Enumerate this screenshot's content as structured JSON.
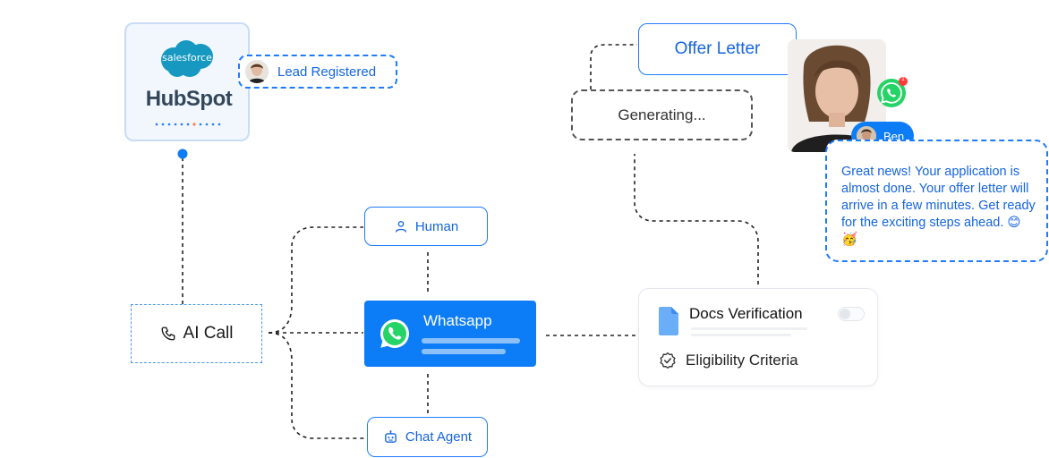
{
  "crm": {
    "salesforce_logo_text": "salesforce",
    "hubspot_logo_text": "HubSpot"
  },
  "lead_badge": {
    "label": "Lead Registered"
  },
  "ai_call": {
    "label": "AI Call",
    "icon": "phone-icon"
  },
  "human": {
    "label": "Human",
    "icon": "user-icon"
  },
  "whatsapp": {
    "label": "Whatsapp",
    "icon": "whatsapp-icon"
  },
  "chat_agent": {
    "label": "Chat Agent",
    "icon": "robot-icon"
  },
  "docs_card": {
    "docs_label": "Docs Verification",
    "eligibility_label": "Eligibility Criteria"
  },
  "generating": {
    "label": "Generating..."
  },
  "offer_letter": {
    "label": "Offer Letter"
  },
  "contact": {
    "name": "Ben",
    "notification_count": "1",
    "message": "Great news! Your application is almost done. Your offer letter will arrive in a few minutes. Get ready for the exciting steps ahead. 😊🥳"
  },
  "colors": {
    "accent": "#1e7bff",
    "accent_text": "#1565e0",
    "whatsapp_green": "#25d366",
    "hubspot_orange": "#ff7a59",
    "salesforce_blue": "#1798c1"
  }
}
